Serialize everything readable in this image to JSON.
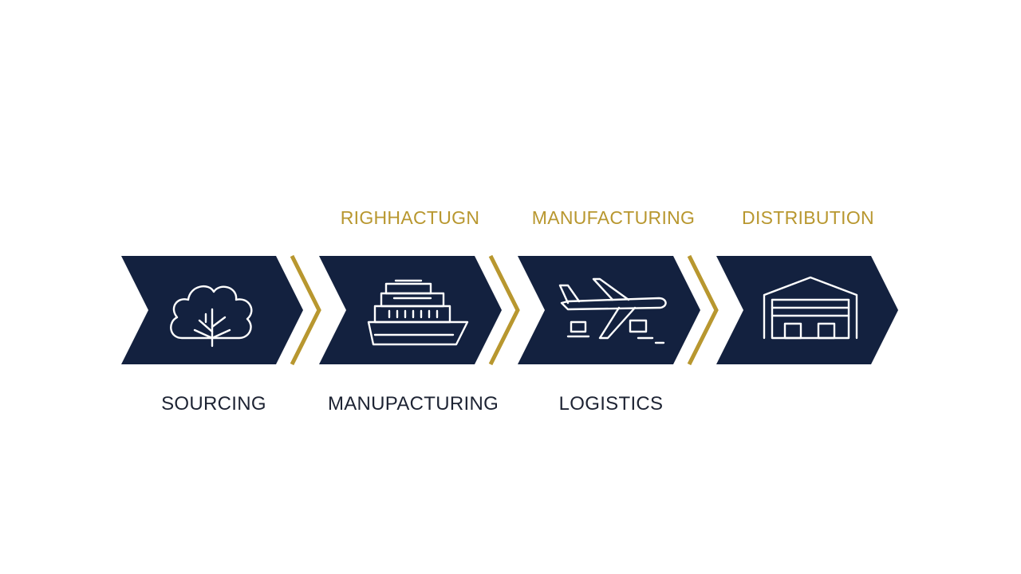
{
  "colors": {
    "navy": "#13213f",
    "gold": "#b8972f",
    "label_dark": "#1d2333",
    "icon_stroke": "#ffffff"
  },
  "top_labels": [
    "RIGHHACTUGN",
    "MANUFACTURING",
    "DISTRIBUTION"
  ],
  "bottom_labels": [
    "SOURCING",
    "MANUPACTURING",
    "LOGISTICS"
  ],
  "stages": [
    {
      "icon": "cotton-plant-icon"
    },
    {
      "icon": "cargo-ship-icon"
    },
    {
      "icon": "airplane-cargo-icon"
    },
    {
      "icon": "warehouse-icon"
    }
  ]
}
